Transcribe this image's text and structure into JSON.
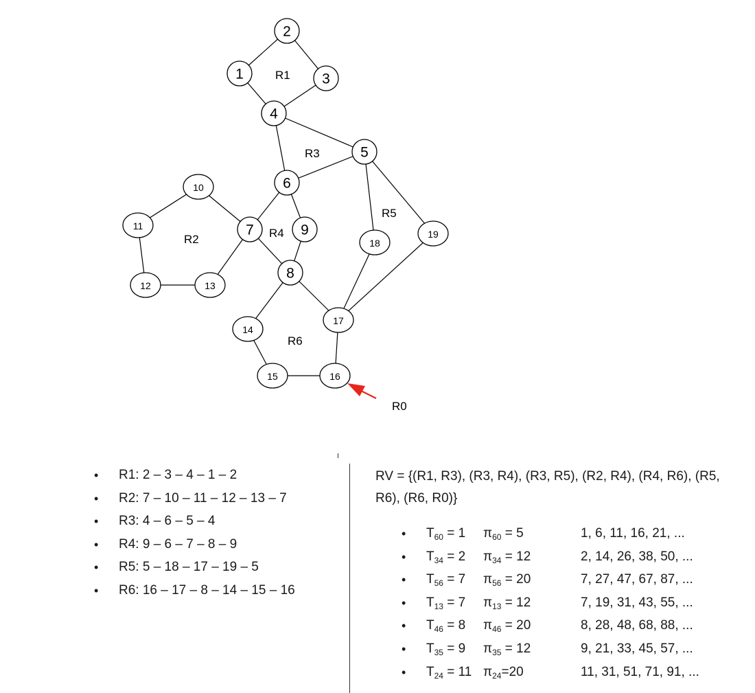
{
  "graph": {
    "nodes": [
      "1",
      "2",
      "3",
      "4",
      "5",
      "6",
      "7",
      "8",
      "9",
      "10",
      "11",
      "12",
      "13",
      "14",
      "15",
      "16",
      "17",
      "18",
      "19"
    ],
    "edges": [
      [
        "2",
        "1"
      ],
      [
        "2",
        "3"
      ],
      [
        "1",
        "4"
      ],
      [
        "3",
        "4"
      ],
      [
        "4",
        "6"
      ],
      [
        "4",
        "5"
      ],
      [
        "6",
        "5"
      ],
      [
        "6",
        "7"
      ],
      [
        "6",
        "9"
      ],
      [
        "5",
        "18"
      ],
      [
        "5",
        "19"
      ],
      [
        "10",
        "11"
      ],
      [
        "10",
        "7"
      ],
      [
        "11",
        "12"
      ],
      [
        "12",
        "13"
      ],
      [
        "13",
        "7"
      ],
      [
        "7",
        "8"
      ],
      [
        "9",
        "8"
      ],
      [
        "8",
        "14"
      ],
      [
        "8",
        "17"
      ],
      [
        "18",
        "17"
      ],
      [
        "19",
        "17"
      ],
      [
        "17",
        "16"
      ],
      [
        "14",
        "15"
      ],
      [
        "15",
        "16"
      ]
    ],
    "regions": [
      "R1",
      "R2",
      "R3",
      "R4",
      "R5",
      "R6",
      "R0"
    ],
    "arrow_color": "#e8261c"
  },
  "regions_list": [
    "R1: 2 – 3 – 4 – 1 – 2",
    "R2: 7 – 10 – 11 – 12 – 13 – 7",
    "R3: 4 – 6 – 5 – 4",
    "R4: 9 – 6 – 7 – 8 – 9",
    "R5: 5 – 18 – 17 – 19 – 5",
    "R6: 16 – 17 – 8 – 14 – 15 – 16"
  ],
  "rv_text": "RV = {(R1, R3), (R3, R4), (R3, R5), (R2, R4), (R4, R6), (R5, R6), (R6, R0)}",
  "schedule": [
    {
      "t_sub": "60",
      "t_val": " = 1",
      "p_sub": "60",
      "p_val": " = 5",
      "seq": "1, 6, 11, 16, 21, ..."
    },
    {
      "t_sub": "34",
      "t_val": " = 2",
      "p_sub": "34",
      "p_val": " = 12",
      "seq": "2, 14, 26, 38, 50, ..."
    },
    {
      "t_sub": "56",
      "t_val": " = 7",
      "p_sub": "56",
      "p_val": " = 20",
      "seq": "7, 27, 47, 67, 87, ..."
    },
    {
      "t_sub": "13",
      "t_val": " = 7",
      "p_sub": "13",
      "p_val": " = 12",
      "seq": "7, 19, 31, 43, 55, ..."
    },
    {
      "t_sub": "46",
      "t_val": " = 8",
      "p_sub": "46",
      "p_val": " = 20",
      "seq": "8, 28, 48, 68, 88, ..."
    },
    {
      "t_sub": "35",
      "t_val": " = 9",
      "p_sub": "35",
      "p_val": " = 12",
      "seq": "9, 21, 33, 45, 57, ..."
    },
    {
      "t_sub": "24",
      "t_val": " = 11",
      "p_sub": "24",
      "p_val": "=20",
      "seq": "11, 31, 51, 71, 91, ..."
    }
  ],
  "symbols": {
    "bullet": "•",
    "t": "T",
    "pi": "π"
  }
}
